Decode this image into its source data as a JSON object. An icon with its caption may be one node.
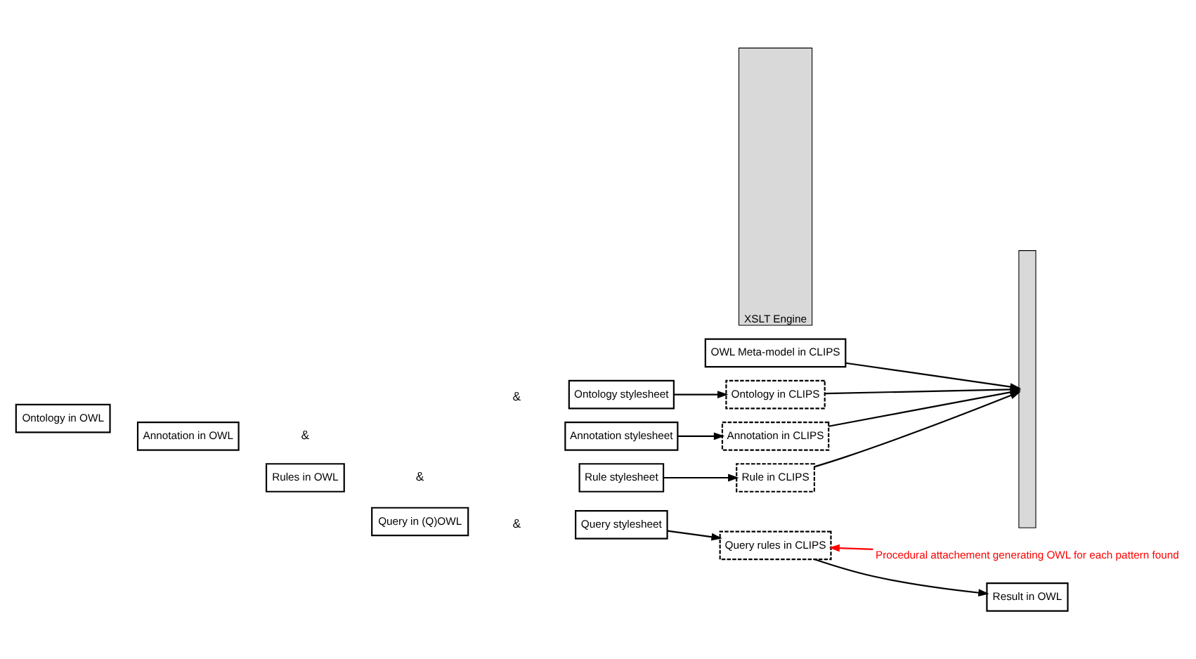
{
  "diagram": {
    "nodes": [
      {
        "text": [
          "Ontology in OWL"
        ]
      },
      {
        "text": [
          "Annotation in OWL"
        ]
      },
      {
        "text": [
          "Rules in OWL"
        ]
      },
      {
        "text": [
          "Query in (Q)OWL"
        ]
      },
      {
        "text": [
          "Ontology stylesheet"
        ]
      },
      {
        "text": [
          "Annotation stylesheet"
        ]
      },
      {
        "text": [
          "Rule stylesheet"
        ]
      },
      {
        "text": [
          "Query stylesheet"
        ]
      },
      {
        "text": [
          "XSLT Engine"
        ]
      },
      {
        "text": [],
        "shape": "bar"
      },
      {
        "text": [
          "OWL Meta-model in CLIPS"
        ]
      },
      {
        "text": [
          "Ontology in CLIPS"
        ]
      },
      {
        "text": [
          "Annotation in CLIPS"
        ]
      },
      {
        "text": [
          "Rule in CLIPS"
        ]
      },
      {
        "text": [
          "Query rules in CLIPS"
        ]
      },
      {
        "text": [
          "Result in OWL"
        ]
      },
      {
        "text": [
          "Procedural attachement generating OWL for each pattern found"
        ]
      }
    ],
    "edges": [
      {
        "from": 4,
        "to": 11,
        "arrow": "to"
      },
      {
        "from": 5,
        "to": 12,
        "arrow": "to"
      },
      {
        "from": 6,
        "to": 13,
        "arrow": "to"
      },
      {
        "from": 7,
        "to": 14,
        "arrow": "to"
      },
      {
        "from": 10,
        "to": 9,
        "arrow": "to"
      },
      {
        "from": 11,
        "to": 9,
        "arrow": "to"
      },
      {
        "from": 12,
        "to": 9,
        "arrow": "to"
      },
      {
        "from": 13,
        "to": 9,
        "arrow": "to"
      },
      {
        "from": 14,
        "to": 15,
        "arrow": "to"
      },
      {
        "from": 16,
        "to": 14,
        "arrow": "to",
        "color": "#ff0000"
      }
    ],
    "labels": [
      "&",
      "&",
      "&",
      "&"
    ]
  }
}
